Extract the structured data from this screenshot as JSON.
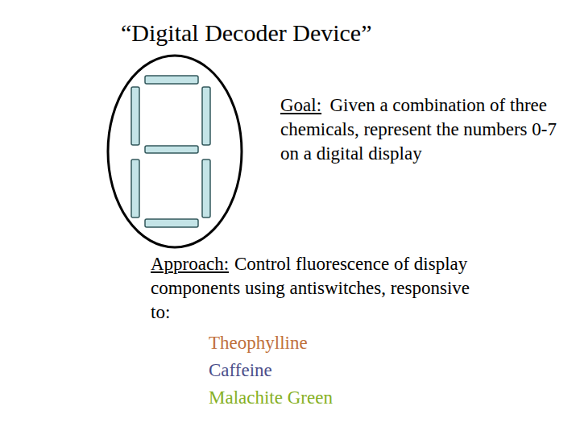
{
  "diagram": {
    "title": "“Digital Decoder Device”",
    "labels": [
      "Goal:",
      "Given a combination of three chemicals, represent the numbers 0-7 on a digital display",
      "Approach:",
      "Control fluorescence of display components using antiswitches, responsive to:",
      "Theophylline",
      "Caffeine",
      "Malachite Green"
    ]
  }
}
